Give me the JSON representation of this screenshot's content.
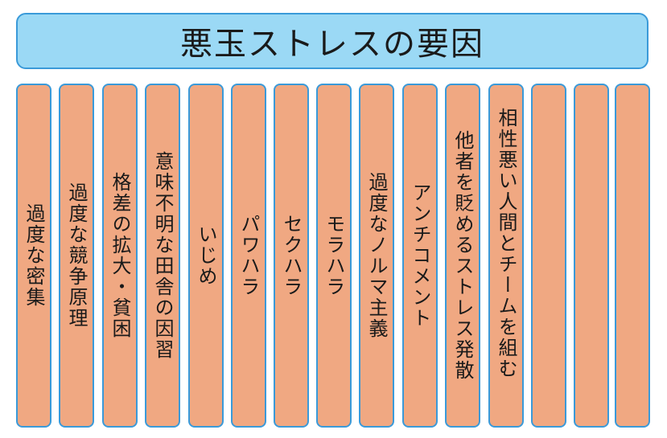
{
  "title": "悪玉ストレスの要因",
  "items": [
    {
      "label": "過度な密集"
    },
    {
      "label": "過度な競争原理"
    },
    {
      "label": "格差の拡大・貧困"
    },
    {
      "label": "意味不明な田舎の因習"
    },
    {
      "label": "いじめ"
    },
    {
      "label": "パワハラ"
    },
    {
      "label": "セクハラ"
    },
    {
      "label": "モラハラ"
    },
    {
      "label": "過度なノルマ主義"
    },
    {
      "label": "アンチコメント"
    },
    {
      "label": "他者を貶めるストレス発散"
    },
    {
      "label": "相性悪い人間とチームを組む"
    },
    {
      "label": ""
    },
    {
      "label": ""
    },
    {
      "label": ""
    }
  ],
  "colors": {
    "title_fill": "#9bd9f5",
    "item_fill": "#f0a882",
    "border": "#3a9ad9"
  }
}
